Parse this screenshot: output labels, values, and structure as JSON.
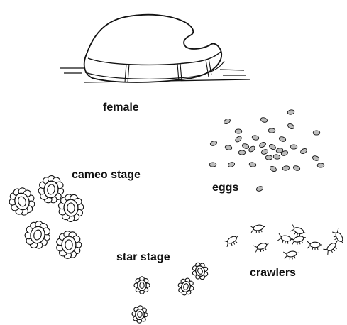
{
  "labels": {
    "female": "female",
    "eggs": "eggs",
    "cameo": "cameo stage",
    "star": "star stage",
    "crawlers": "crawlers"
  },
  "colors": {
    "ink": "#111111",
    "egg_fill": "#bdbdbd",
    "female_fill": "#ffffff",
    "stage_fill": "#ffffff",
    "background": "#ffffff"
  }
}
